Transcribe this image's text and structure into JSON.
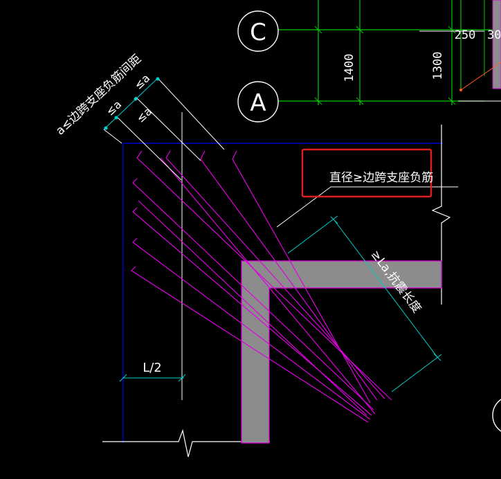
{
  "grid": {
    "axis_top": "C",
    "axis_bottom": "A",
    "dim_1400": "1400",
    "dim_1300": "1300",
    "dim_250": "250",
    "dim_30": "30"
  },
  "annotations": {
    "spacing_note": "a≤边跨支座负筋间距",
    "spacing_a1": "≤a",
    "spacing_a2": "≤a",
    "spacing_a3": "≤a",
    "diameter_note": "直径≥边跨支座负筋",
    "length_note": "≥La,抗震长度",
    "half_span": "L/2"
  },
  "colors": {
    "background": "#000000",
    "grid_line": "#00cc00",
    "rebar": "#e000e0",
    "dimension": "#00d0d0",
    "slab_edge": "#0000ff",
    "beam_fill": "#8c8c8c",
    "highlight_box": "#e02020"
  }
}
